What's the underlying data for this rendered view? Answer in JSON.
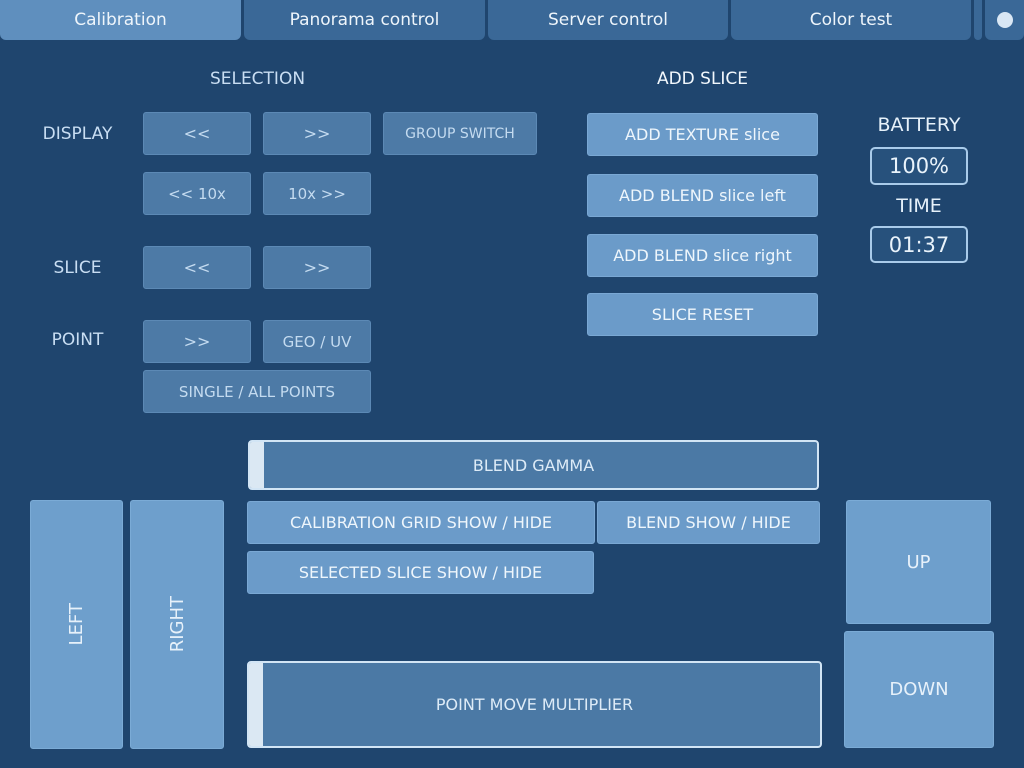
{
  "tabs": [
    {
      "label": "Calibration",
      "active": true
    },
    {
      "label": "Panorama control",
      "active": false
    },
    {
      "label": "Server control",
      "active": false
    },
    {
      "label": "Color test",
      "active": false
    }
  ],
  "selection": {
    "heading": "SELECTION",
    "display_label": "DISPLAY",
    "display_prev": "<<",
    "display_next": ">>",
    "group_switch": "GROUP SWITCH",
    "display_prev10": "<< 10x",
    "display_next10": "10x >>",
    "slice_label": "SLICE",
    "slice_prev": "<<",
    "slice_next": ">>",
    "point_label": "POINT",
    "point_next": ">>",
    "geo_uv": "GEO / UV",
    "single_all": "SINGLE / ALL POINTS"
  },
  "add_slice": {
    "heading": "ADD SLICE",
    "texture": "ADD TEXTURE slice",
    "blend_left": "ADD BLEND slice left",
    "blend_right": "ADD BLEND slice right",
    "reset": "SLICE RESET"
  },
  "status": {
    "battery_label": "BATTERY",
    "battery_value": "100%",
    "time_label": "TIME",
    "time_value": "01:37"
  },
  "controls": {
    "blend_gamma": "BLEND GAMMA",
    "calib_grid": "CALIBRATION GRID SHOW / HIDE",
    "blend_show": "BLEND SHOW / HIDE",
    "selected_slice": "SELECTED SLICE SHOW / HIDE",
    "point_move": "POINT MOVE MULTIPLIER",
    "left": "LEFT",
    "right": "RIGHT",
    "up": "UP",
    "down": "DOWN"
  }
}
